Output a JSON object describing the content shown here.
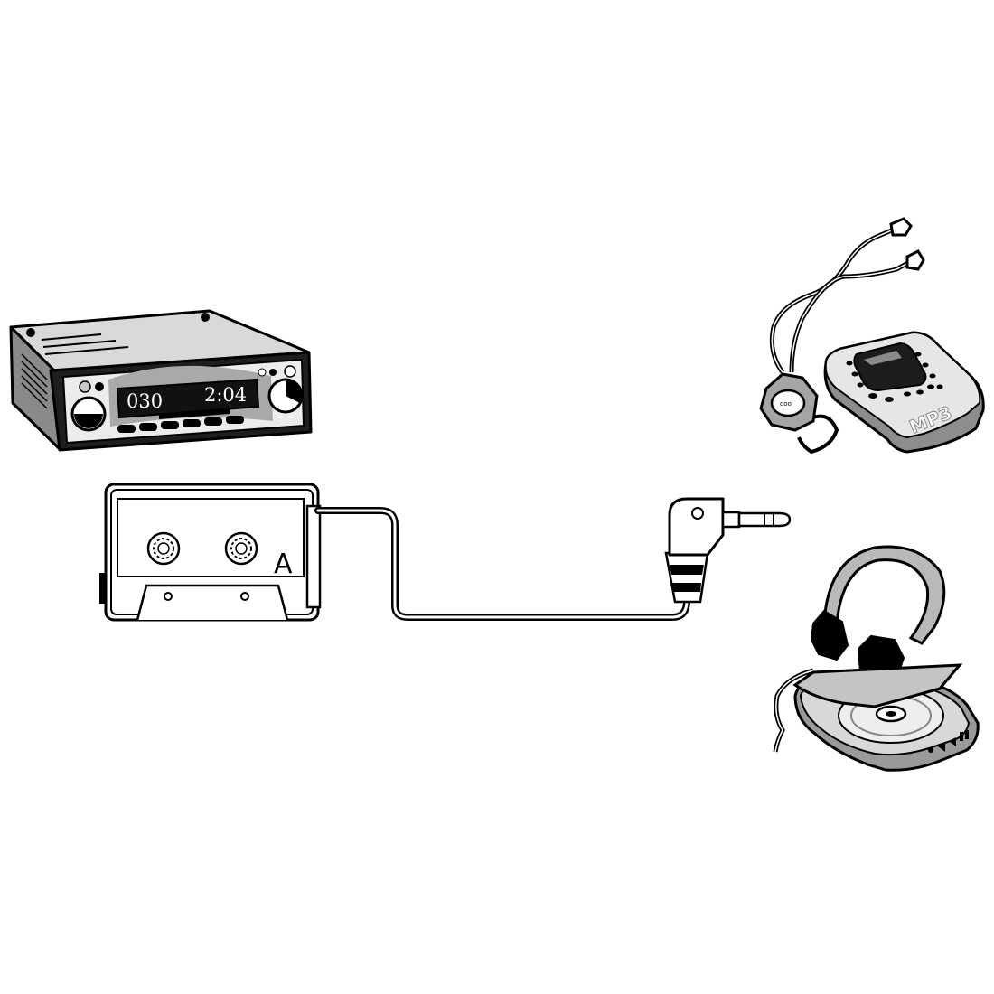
{
  "car_radio": {
    "display_left": "030",
    "display_right": "2:04"
  },
  "cassette_adapter": {
    "side_label": "A"
  },
  "mp3_player": {
    "logo": "MP3"
  },
  "colors": {
    "ink": "#000000",
    "background": "#ffffff",
    "gray_dark": "#7a7a7a",
    "gray_mid": "#a8a8a8",
    "gray_light": "#d6d6d6"
  }
}
